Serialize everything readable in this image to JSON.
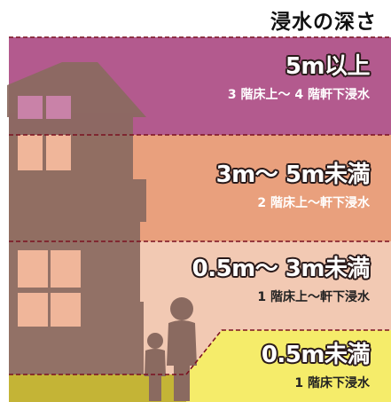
{
  "title": "浸水の深さ",
  "bands": [
    {
      "depth": "5m以上",
      "description": "3 階床上〜 4 階軒下浸水",
      "color": "#b35a8e"
    },
    {
      "depth": "3m〜 5m未満",
      "description": "2 階床上〜軒下浸水",
      "color": "#e9a07d"
    },
    {
      "depth": "0.5m〜 3m未満",
      "description": "1 階床上〜軒下浸水",
      "color": "#f2c9b3"
    },
    {
      "depth": "0.5m未満",
      "description": "1 階床下浸水",
      "color": "#f5ec6a"
    }
  ],
  "colors": {
    "house": "#8a6a60",
    "person": "#8a6a60",
    "boundary": "#7a1020",
    "ground": "#c4b436"
  }
}
